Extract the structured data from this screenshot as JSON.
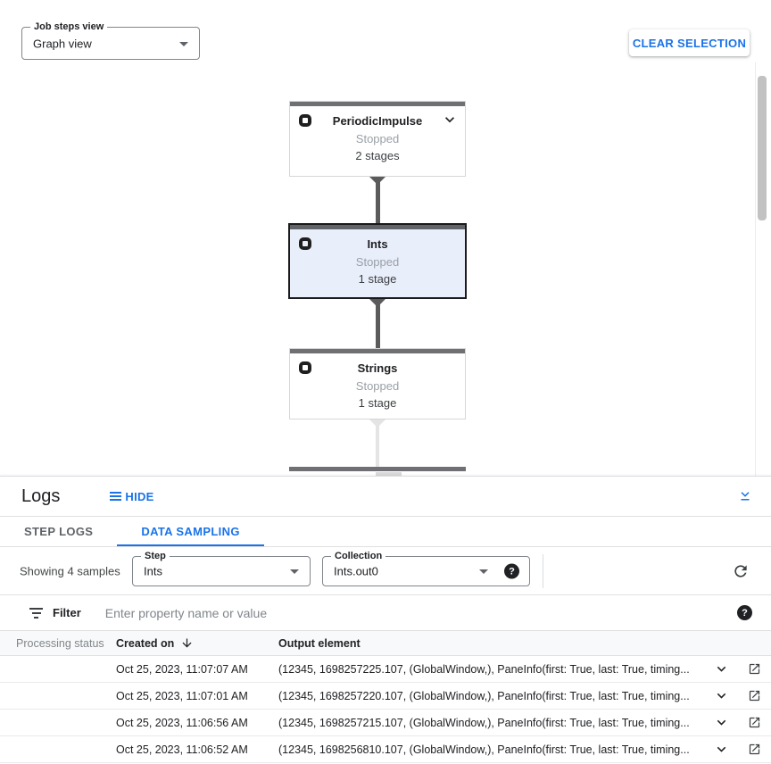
{
  "colors": {
    "accent_blue": "#1a73e8",
    "selected_node_bg": "#e9eefb"
  },
  "icons": {
    "help_glyph": "?"
  },
  "header": {
    "view_select": {
      "label": "Job steps view",
      "value": "Graph view"
    },
    "clear_selection": "CLEAR SELECTION"
  },
  "graph": {
    "nodes": [
      {
        "title": "PeriodicImpulse",
        "status": "Stopped",
        "stages": "2 stages"
      },
      {
        "title": "Ints",
        "status": "Stopped",
        "stages": "1 stage"
      },
      {
        "title": "Strings",
        "status": "Stopped",
        "stages": "1 stage"
      }
    ]
  },
  "logs": {
    "title": "Logs",
    "hide_button": "HIDE",
    "tabs": {
      "step_logs": "STEP LOGS",
      "data_sampling": "DATA SAMPLING"
    },
    "sampling_toolbar": {
      "showing": "Showing 4 samples",
      "step_select": {
        "label": "Step",
        "value": "Ints"
      },
      "collection_select": {
        "label": "Collection",
        "value": "Ints.out0"
      }
    },
    "filter": {
      "label": "Filter",
      "placeholder": "Enter property name or value"
    },
    "table": {
      "headers": {
        "status": "Processing status",
        "created": "Created on",
        "output": "Output element"
      },
      "rows": [
        {
          "created_on": "Oct 25, 2023, 11:07:07 AM",
          "output_element": "(12345, 1698257225.107, (GlobalWindow,), PaneInfo(first: True, last: True, timing..."
        },
        {
          "created_on": "Oct 25, 2023, 11:07:01 AM",
          "output_element": "(12345, 1698257220.107, (GlobalWindow,), PaneInfo(first: True, last: True, timing..."
        },
        {
          "created_on": "Oct 25, 2023, 11:06:56 AM",
          "output_element": "(12345, 1698257215.107, (GlobalWindow,), PaneInfo(first: True, last: True, timing..."
        },
        {
          "created_on": "Oct 25, 2023, 11:06:52 AM",
          "output_element": "(12345, 1698256810.107, (GlobalWindow,), PaneInfo(first: True, last: True, timing..."
        }
      ]
    }
  }
}
